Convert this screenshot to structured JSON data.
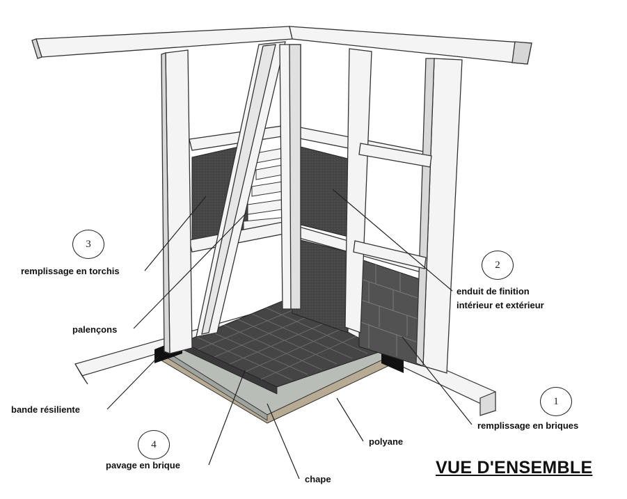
{
  "title": "VUE D'ENSEMBLE",
  "labels": {
    "torchis": "remplissage en torchis",
    "palencons": "palençons",
    "bande": "bande résiliente",
    "pavage": "pavage en brique",
    "chape": "chape",
    "polyane": "polyane",
    "briques": "remplissage en briques",
    "enduit_1": "enduit de finition",
    "enduit_2": "intérieur et extérieur"
  },
  "markers": {
    "m1": "1",
    "m2": "2",
    "m3": "3",
    "m4": "4"
  },
  "colors": {
    "timber": "#f4f4f4",
    "timber_edge": "#333333",
    "render_dark": "#4a4a4a",
    "brick": "#525252",
    "paving": "#454545",
    "screed": "#b9bdb8",
    "polyane": "#b7ab94"
  }
}
